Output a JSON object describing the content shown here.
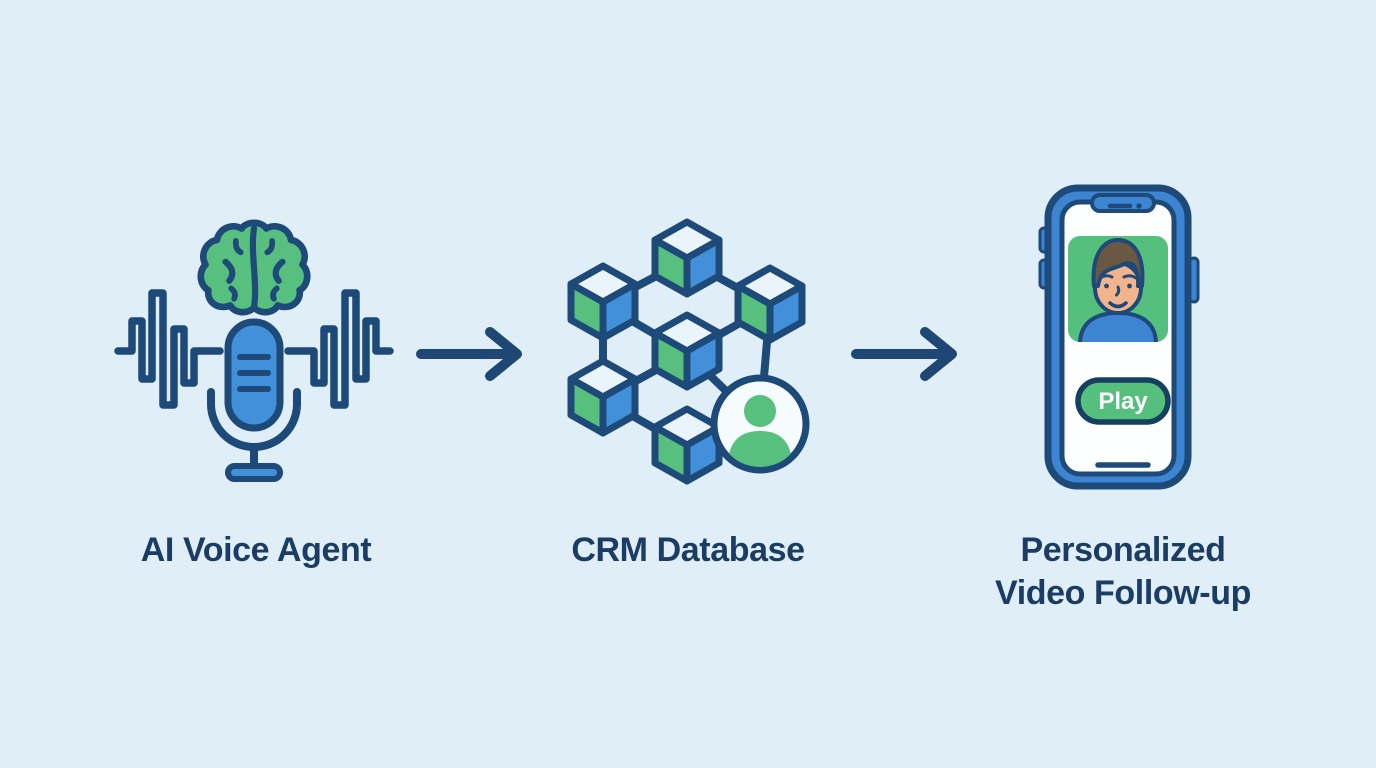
{
  "diagram": {
    "type": "process-flow",
    "background_color": "#e0eef8",
    "palette": {
      "outline_navy": "#1d4a78",
      "text_navy": "#1c3d63",
      "green": "#57c07e",
      "blue": "#4190d9",
      "cube_top": "#eaf4fb",
      "skin": "#f2b48c",
      "hair": "#6b5843",
      "screen_white": "#fdfeff"
    },
    "steps": [
      {
        "id": "ai-voice-agent",
        "label": "AI Voice Agent",
        "label_lines": [
          "AI Voice Agent"
        ],
        "icon": "brain-microphone-waveform-icon"
      },
      {
        "id": "crm-database",
        "label": "CRM Database",
        "label_lines": [
          "CRM Database"
        ],
        "icon": "cube-network-contact-icon"
      },
      {
        "id": "personalized-video-follow-up",
        "label": "Personalized Video Follow-up",
        "label_lines": [
          "Personalized",
          "Video Follow-up"
        ],
        "icon": "smartphone-video-icon",
        "phone": {
          "play_button_label": "Play"
        }
      }
    ],
    "connectors": [
      {
        "type": "arrow",
        "direction": "right",
        "glyph": "→"
      },
      {
        "type": "arrow",
        "direction": "right",
        "glyph": "→"
      }
    ]
  }
}
